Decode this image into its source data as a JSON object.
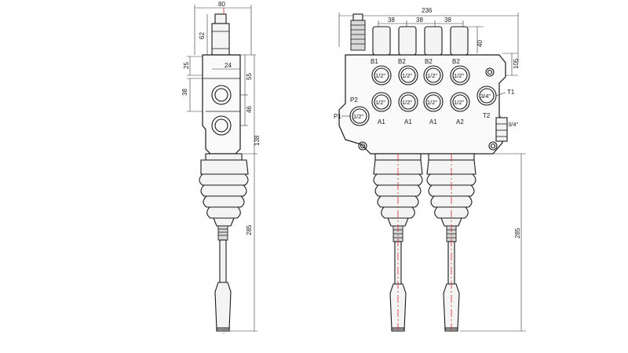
{
  "colors": {
    "line": "#1a1a1a",
    "centerline": "#d22b2b",
    "background": "#ffffff"
  },
  "side_view": {
    "dimensions": {
      "width_top": "80",
      "stem_height": "62",
      "d25": "25",
      "d24": "24",
      "d38": "38",
      "d55": "55",
      "d46": "46",
      "d138": "138",
      "d285": "285"
    }
  },
  "front_view": {
    "dimensions": {
      "overall_width": "236",
      "spacing_1": "38",
      "spacing_2": "38",
      "spacing_3": "38",
      "d40": "40",
      "d105": "105",
      "d285": "285"
    },
    "ports_top_labels": [
      "B1",
      "B2",
      "B2",
      "B2"
    ],
    "ports_top_sizes": [
      "1/2\"",
      "1/2\"",
      "1/2\"",
      "1/2\""
    ],
    "ports_bottom_sizes": [
      "1/2\"",
      "1/2\"",
      "1/2\"",
      "1/2\""
    ],
    "ports_bottom_labels": [
      "A1",
      "A1",
      "A1",
      "A2"
    ],
    "p2_label": "P2",
    "p1_label": "P1",
    "p_size": "1/2\"",
    "t1_label": "T1",
    "t1_size": "3/4\"",
    "t2_label": "T2",
    "t2_size": "3/4\""
  }
}
